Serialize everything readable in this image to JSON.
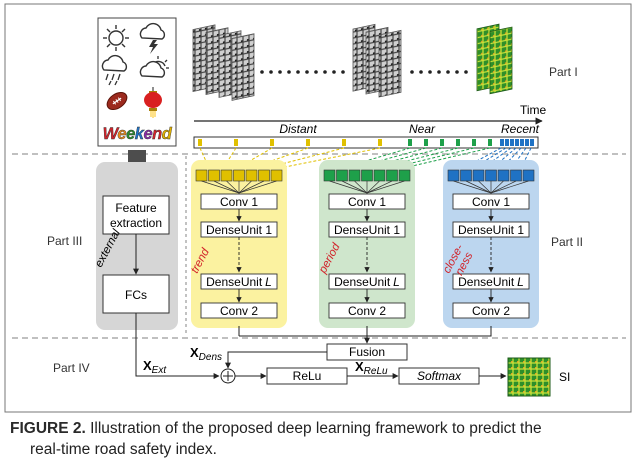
{
  "weekend_text": "Weekend",
  "labels": {
    "part1": "Part I",
    "part2": "Part II",
    "part3": "Part III",
    "part4": "Part IV",
    "time": "Time",
    "distant": "Distant",
    "near": "Near",
    "recent": "Recent",
    "external": "external",
    "trend": "trend",
    "period": "period",
    "closeness_1": "close-",
    "closeness_2": "ness",
    "feature_1": "Feature",
    "feature_2": "extraction",
    "fcs": "FCs",
    "conv1": "Conv 1",
    "dense1": "DenseUnit 1",
    "denseL": "DenseUnit",
    "denseL_sym": "L",
    "conv2": "Conv 2",
    "fusion": "Fusion",
    "relu": "ReLu",
    "softmax": "Softmax",
    "si": "SI",
    "x_sym": "X",
    "x_dens_sub": "Dens",
    "x_ext_sub": "Ext",
    "x_relu_sub": "ReLu"
  },
  "caption": {
    "label": "FIGURE 2.",
    "line1": "Illustration of the proposed deep learning framework to predict the",
    "line2": "real-time road safety index."
  },
  "colors": {
    "trend_bg": "#fbf2a0",
    "period_bg": "#cfe6cc",
    "closeness_bg": "#bcd6ef",
    "trend_accent": "#e0c000",
    "period_accent": "#1ea04a",
    "closeness_accent": "#1f72c4",
    "external_bg": "#d6d6d6",
    "label_red": "#d2232a"
  },
  "icons": [
    "sun-icon",
    "thunderstorm-icon",
    "rain-cloud-icon",
    "partly-cloudy-icon",
    "football-icon",
    "lantern-icon"
  ]
}
